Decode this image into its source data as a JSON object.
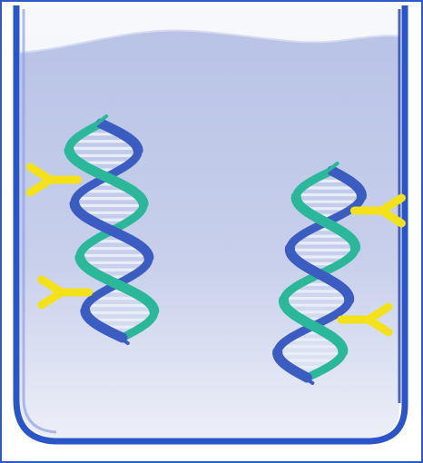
{
  "figure": {
    "subject": "beaker-with-dna-and-antibodies",
    "molecules": [
      {
        "id": "dna-left",
        "antibodies_attached": 2,
        "antibody_side": "left"
      },
      {
        "id": "dna-right",
        "antibodies_attached": 2,
        "antibody_side": "right"
      }
    ]
  },
  "colors": {
    "frame_border": "#2f58c8",
    "beaker_wall": "#2a55c8",
    "beaker_wall_dark": "#1f3fa8",
    "liquid_top": "#b9c3e6",
    "liquid_bottom": "#eef0f8",
    "air": "#f5f6fa",
    "dna_strand_blue": "#3b5cc0",
    "dna_strand_teal": "#2bb89a",
    "dna_rung": "#e8eef7",
    "antibody_fill": "#f3e21a",
    "antibody_stroke": "#c9b400"
  }
}
